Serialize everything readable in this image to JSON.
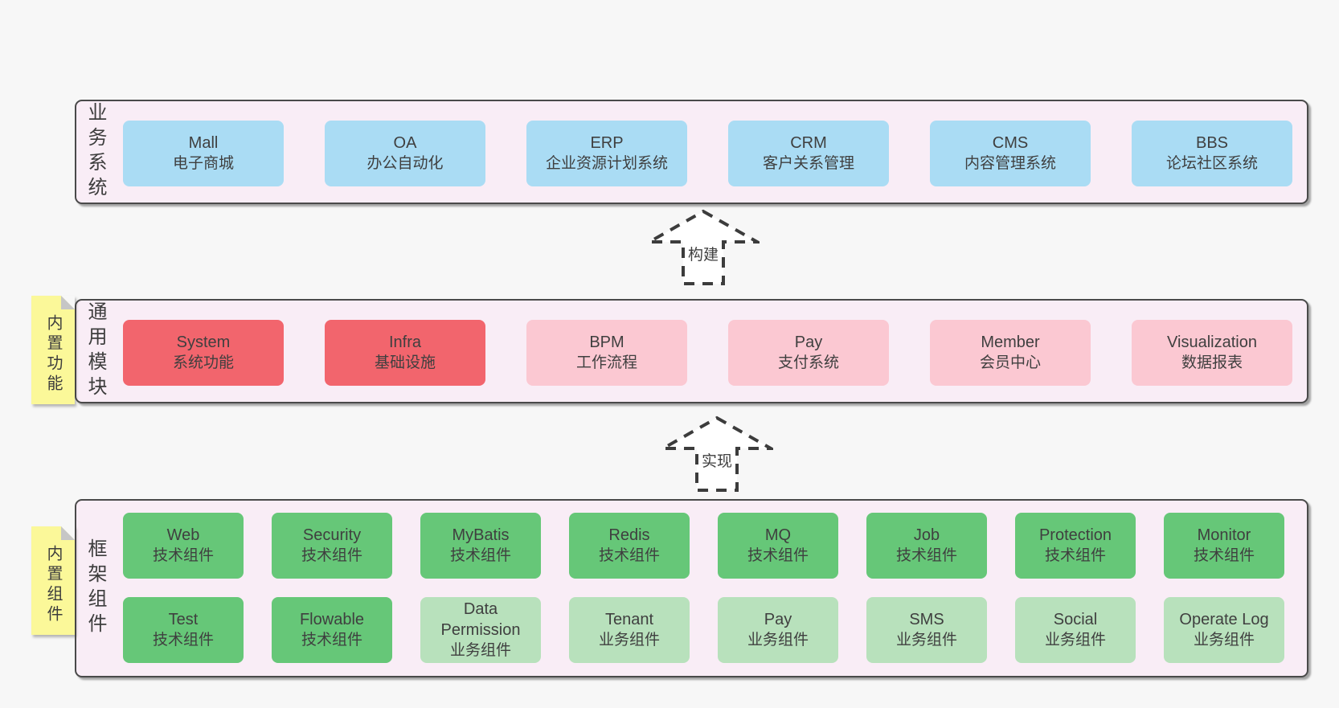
{
  "diagram_title": "",
  "colors": {
    "page_bg": "#f7f7f7",
    "panel_bg": "#f9edf6",
    "panel_border": "#4a4a4a",
    "system_blue": "#aadcf4",
    "core_red": "#f2656d",
    "module_pink": "#fbc8d2",
    "tech_green": "#66c778",
    "biz_light_green": "#b8e1bc",
    "note_yellow": "#fbf899",
    "note_fold_gray": "#c6c6c6",
    "text": "#3f3f3f"
  },
  "arrows": {
    "build": "构建",
    "implement": "实现"
  },
  "layers": {
    "business": {
      "label": "业务系统",
      "boxes": [
        {
          "name": "Mall",
          "subtitle": "电子商城"
        },
        {
          "name": "OA",
          "subtitle": "办公自动化"
        },
        {
          "name": "ERP",
          "subtitle": "企业资源计划系统"
        },
        {
          "name": "CRM",
          "subtitle": "客户关系管理"
        },
        {
          "name": "CMS",
          "subtitle": "内容管理系统"
        },
        {
          "name": "BBS",
          "subtitle": "论坛社区系统"
        }
      ]
    },
    "modules": {
      "label": "通用模块",
      "note": "内置功能",
      "boxes": [
        {
          "name": "System",
          "subtitle": "系统功能"
        },
        {
          "name": "Infra",
          "subtitle": "基础设施"
        },
        {
          "name": "BPM",
          "subtitle": "工作流程"
        },
        {
          "name": "Pay",
          "subtitle": "支付系统"
        },
        {
          "name": "Member",
          "subtitle": "会员中心"
        },
        {
          "name": "Visualization",
          "subtitle": "数据报表"
        }
      ]
    },
    "components": {
      "label": "框架组件",
      "note": "内置组件",
      "row1": [
        {
          "name": "Web",
          "subtitle": "技术组件"
        },
        {
          "name": "Security",
          "subtitle": "技术组件"
        },
        {
          "name": "MyBatis",
          "subtitle": "技术组件"
        },
        {
          "name": "Redis",
          "subtitle": "技术组件"
        },
        {
          "name": "MQ",
          "subtitle": "技术组件"
        },
        {
          "name": "Job",
          "subtitle": "技术组件"
        },
        {
          "name": "Protection",
          "subtitle": "技术组件"
        },
        {
          "name": "Monitor",
          "subtitle": "技术组件"
        }
      ],
      "row2": [
        {
          "name": "Test",
          "subtitle": "技术组件"
        },
        {
          "name": "Flowable",
          "subtitle": "技术组件"
        },
        {
          "name": "Data Permission",
          "subtitle": "业务组件"
        },
        {
          "name": "Tenant",
          "subtitle": "业务组件"
        },
        {
          "name": "Pay",
          "subtitle": "业务组件"
        },
        {
          "name": "SMS",
          "subtitle": "业务组件"
        },
        {
          "name": "Social",
          "subtitle": "业务组件"
        },
        {
          "name": "Operate Log",
          "subtitle": "业务组件"
        }
      ]
    }
  }
}
